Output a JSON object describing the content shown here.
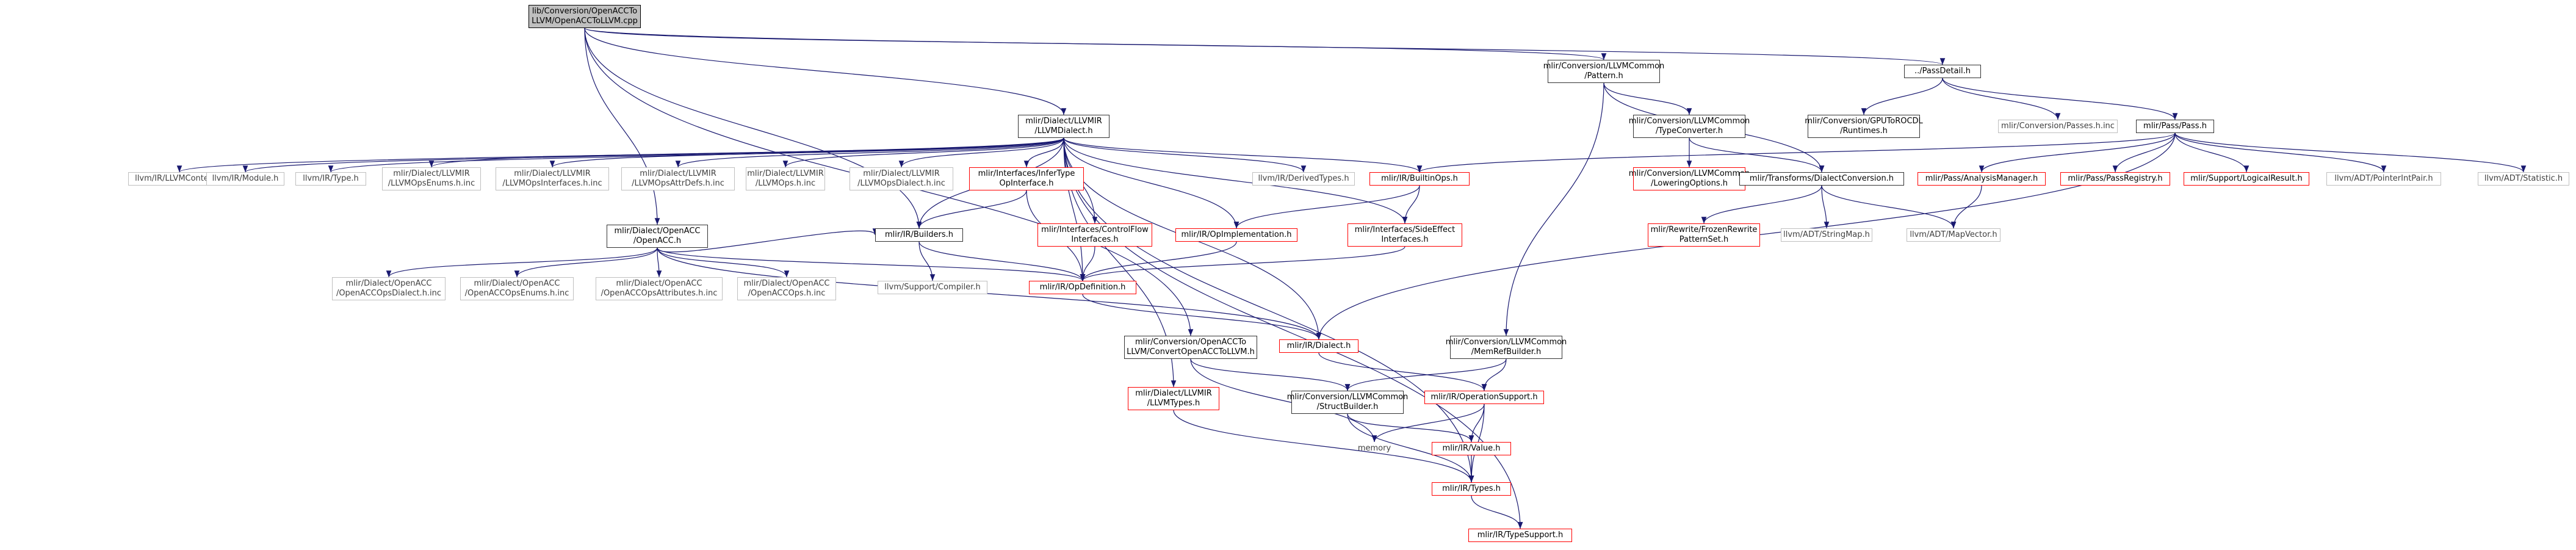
{
  "graph": {
    "nodes": [
      {
        "id": "root",
        "style": "root",
        "lines": [
          "lib/Conversion/OpenACCTo",
          "LLVM/OpenACCToLLVM.cpp"
        ]
      },
      {
        "id": "pattern",
        "style": "black",
        "lines": [
          "mlir/Conversion/LLVMCommon",
          "/Pattern.h"
        ]
      },
      {
        "id": "passdetail",
        "style": "black",
        "lines": [
          "../PassDetail.h"
        ]
      },
      {
        "id": "llvmdialect",
        "style": "black",
        "lines": [
          "mlir/Dialect/LLVMIR",
          "/LLVMDialect.h"
        ]
      },
      {
        "id": "typeconverter",
        "style": "black",
        "lines": [
          "mlir/Conversion/LLVMCommon",
          "/TypeConverter.h"
        ]
      },
      {
        "id": "gputoocl",
        "style": "black",
        "lines": [
          "mlir/Conversion/GPUToROCDL",
          "/Runtimes.h"
        ]
      },
      {
        "id": "passesinc",
        "style": "gray",
        "lines": [
          "mlir/Conversion/Passes.h.inc"
        ]
      },
      {
        "id": "passh",
        "style": "black",
        "lines": [
          "mlir/Pass/Pass.h"
        ]
      },
      {
        "id": "llvmcontext",
        "style": "gray",
        "lines": [
          "llvm/IR/LLVMContext.h"
        ]
      },
      {
        "id": "module",
        "style": "gray",
        "lines": [
          "llvm/IR/Module.h"
        ]
      },
      {
        "id": "type",
        "style": "gray",
        "lines": [
          "llvm/IR/Type.h"
        ]
      },
      {
        "id": "opsenums",
        "style": "gray",
        "lines": [
          "mlir/Dialect/LLVMIR",
          "/LLVMOpsEnums.h.inc"
        ]
      },
      {
        "id": "opsinterfaces",
        "style": "gray",
        "lines": [
          "mlir/Dialect/LLVMIR",
          "/LLVMOpsInterfaces.h.inc"
        ]
      },
      {
        "id": "opsattrdefs",
        "style": "gray",
        "lines": [
          "mlir/Dialect/LLVMIR",
          "/LLVMOpsAttrDefs.h.inc"
        ]
      },
      {
        "id": "llvmops",
        "style": "gray",
        "lines": [
          "mlir/Dialect/LLVMIR",
          "/LLVMOps.h.inc"
        ]
      },
      {
        "id": "opsdialect",
        "style": "gray",
        "lines": [
          "mlir/Dialect/LLVMIR",
          "/LLVMOpsDialect.h.inc"
        ]
      },
      {
        "id": "infertype",
        "style": "red",
        "lines": [
          "mlir/Interfaces/InferType",
          "OpInterface.h"
        ]
      },
      {
        "id": "derivedtypes",
        "style": "gray",
        "lines": [
          "llvm/IR/DerivedTypes.h"
        ]
      },
      {
        "id": "builtinops",
        "style": "red",
        "lines": [
          "mlir/IR/BuiltinOps.h"
        ]
      },
      {
        "id": "loweringoptions",
        "style": "red",
        "lines": [
          "mlir/Conversion/LLVMCommon",
          "/LoweringOptions.h"
        ]
      },
      {
        "id": "dialectconversion",
        "style": "black",
        "lines": [
          "mlir/Transforms/DialectConversion.h"
        ]
      },
      {
        "id": "analysismanager",
        "style": "red",
        "lines": [
          "mlir/Pass/AnalysisManager.h"
        ]
      },
      {
        "id": "passregistry",
        "style": "red",
        "lines": [
          "mlir/Pass/PassRegistry.h"
        ]
      },
      {
        "id": "logicalresult",
        "style": "red",
        "lines": [
          "mlir/Support/LogicalResult.h"
        ]
      },
      {
        "id": "pointerintpair",
        "style": "gray",
        "lines": [
          "llvm/ADT/PointerIntPair.h"
        ]
      },
      {
        "id": "statistic",
        "style": "gray",
        "lines": [
          "llvm/ADT/Statistic.h"
        ]
      },
      {
        "id": "openacch",
        "style": "black",
        "lines": [
          "mlir/Dialect/OpenACC",
          "/OpenACC.h"
        ]
      },
      {
        "id": "builders",
        "style": "black",
        "lines": [
          "mlir/IR/Builders.h"
        ]
      },
      {
        "id": "controlflow",
        "style": "red",
        "lines": [
          "mlir/Interfaces/ControlFlow",
          "Interfaces.h"
        ]
      },
      {
        "id": "opimplementation",
        "style": "red",
        "lines": [
          "mlir/IR/OpImplementation.h"
        ]
      },
      {
        "id": "sideeffect",
        "style": "red",
        "lines": [
          "mlir/Interfaces/SideEffect",
          "Interfaces.h"
        ]
      },
      {
        "id": "frozenrewrite",
        "style": "red",
        "lines": [
          "mlir/Rewrite/FrozenRewrite",
          "PatternSet.h"
        ]
      },
      {
        "id": "stringmap",
        "style": "gray",
        "lines": [
          "llvm/ADT/StringMap.h"
        ]
      },
      {
        "id": "mapvector",
        "style": "gray",
        "lines": [
          "llvm/ADT/MapVector.h"
        ]
      },
      {
        "id": "accopsdialect",
        "style": "gray",
        "lines": [
          "mlir/Dialect/OpenACC",
          "/OpenACCOpsDialect.h.inc"
        ]
      },
      {
        "id": "accopsenums",
        "style": "gray",
        "lines": [
          "mlir/Dialect/OpenACC",
          "/OpenACCOpsEnums.h.inc"
        ]
      },
      {
        "id": "accopsattributes",
        "style": "gray",
        "lines": [
          "mlir/Dialect/OpenACC",
          "/OpenACCOpsAttributes.h.inc"
        ]
      },
      {
        "id": "accops",
        "style": "gray",
        "lines": [
          "mlir/Dialect/OpenACC",
          "/OpenACCOps.h.inc"
        ]
      },
      {
        "id": "compiler",
        "style": "gray",
        "lines": [
          "llvm/Support/Compiler.h"
        ]
      },
      {
        "id": "opdefinition",
        "style": "red",
        "lines": [
          "mlir/IR/OpDefinition.h"
        ]
      },
      {
        "id": "convertopenacc",
        "style": "black",
        "lines": [
          "mlir/Conversion/OpenACCTo",
          "LLVM/ConvertOpenACCToLLVM.h"
        ]
      },
      {
        "id": "irdialect",
        "style": "red",
        "lines": [
          "mlir/IR/Dialect.h"
        ]
      },
      {
        "id": "memrefbuilder",
        "style": "black",
        "lines": [
          "mlir/Conversion/LLVMCommon",
          "/MemRefBuilder.h"
        ]
      },
      {
        "id": "llvmtypes",
        "style": "red",
        "lines": [
          "mlir/Dialect/LLVMIR",
          "/LLVMTypes.h"
        ]
      },
      {
        "id": "structbuilder",
        "style": "black",
        "lines": [
          "mlir/Conversion/LLVMCommon",
          "/StructBuilder.h"
        ]
      },
      {
        "id": "operationsupport",
        "style": "red",
        "lines": [
          "mlir/IR/OperationSupport.h"
        ]
      },
      {
        "id": "memory",
        "style": "plain",
        "lines": [
          "memory"
        ]
      },
      {
        "id": "value",
        "style": "red",
        "lines": [
          "mlir/IR/Value.h"
        ]
      },
      {
        "id": "types",
        "style": "red",
        "lines": [
          "mlir/IR/Types.h"
        ]
      },
      {
        "id": "typesupport",
        "style": "red",
        "lines": [
          "mlir/IR/TypeSupport.h"
        ]
      }
    ],
    "edges": [
      [
        "root",
        "pattern"
      ],
      [
        "root",
        "passdetail"
      ],
      [
        "root",
        "llvmdialect"
      ],
      [
        "root",
        "openacch"
      ],
      [
        "root",
        "builders"
      ],
      [
        "root",
        "convertopenacc"
      ],
      [
        "pattern",
        "typeconverter"
      ],
      [
        "pattern",
        "dialectconversion"
      ],
      [
        "pattern",
        "memrefbuilder"
      ],
      [
        "passdetail",
        "gputoocl"
      ],
      [
        "passdetail",
        "passesinc"
      ],
      [
        "passdetail",
        "passh"
      ],
      [
        "llvmdialect",
        "llvmcontext"
      ],
      [
        "llvmdialect",
        "module"
      ],
      [
        "llvmdialect",
        "type"
      ],
      [
        "llvmdialect",
        "opsenums"
      ],
      [
        "llvmdialect",
        "opsinterfaces"
      ],
      [
        "llvmdialect",
        "opsattrdefs"
      ],
      [
        "llvmdialect",
        "llvmops"
      ],
      [
        "llvmdialect",
        "opsdialect"
      ],
      [
        "llvmdialect",
        "infertype"
      ],
      [
        "llvmdialect",
        "derivedtypes"
      ],
      [
        "llvmdialect",
        "builtinops"
      ],
      [
        "llvmdialect",
        "controlflow"
      ],
      [
        "llvmdialect",
        "opimplementation"
      ],
      [
        "llvmdialect",
        "sideeffect"
      ],
      [
        "llvmdialect",
        "opdefinition"
      ],
      [
        "llvmdialect",
        "builders"
      ],
      [
        "llvmdialect",
        "llvmtypes"
      ],
      [
        "llvmdialect",
        "irdialect"
      ],
      [
        "llvmdialect",
        "types"
      ],
      [
        "llvmdialect",
        "typesupport"
      ],
      [
        "typeconverter",
        "loweringoptions"
      ],
      [
        "typeconverter",
        "dialectconversion"
      ],
      [
        "passh",
        "builtinops"
      ],
      [
        "passh",
        "analysismanager"
      ],
      [
        "passh",
        "passregistry"
      ],
      [
        "passh",
        "logicalresult"
      ],
      [
        "passh",
        "pointerintpair"
      ],
      [
        "passh",
        "statistic"
      ],
      [
        "passh",
        "irdialect"
      ],
      [
        "infertype",
        "builders"
      ],
      [
        "infertype",
        "opdefinition"
      ],
      [
        "builtinops",
        "opimplementation"
      ],
      [
        "builtinops",
        "sideeffect"
      ],
      [
        "dialectconversion",
        "frozenrewrite"
      ],
      [
        "dialectconversion",
        "stringmap"
      ],
      [
        "dialectconversion",
        "mapvector"
      ],
      [
        "analysismanager",
        "mapvector"
      ],
      [
        "openacch",
        "accopsdialect"
      ],
      [
        "openacch",
        "accopsenums"
      ],
      [
        "openacch",
        "accopsattributes"
      ],
      [
        "openacch",
        "accops"
      ],
      [
        "openacch",
        "opdefinition"
      ],
      [
        "openacch",
        "irdialect"
      ],
      [
        "openacch",
        "builders"
      ],
      [
        "builders",
        "compiler"
      ],
      [
        "builders",
        "opdefinition"
      ],
      [
        "controlflow",
        "opdefinition"
      ],
      [
        "opimplementation",
        "opdefinition"
      ],
      [
        "sideeffect",
        "opdefinition"
      ],
      [
        "opdefinition",
        "irdialect"
      ],
      [
        "convertopenacc",
        "structbuilder"
      ],
      [
        "convertopenacc",
        "memory"
      ],
      [
        "irdialect",
        "operationsupport"
      ],
      [
        "memrefbuilder",
        "structbuilder"
      ],
      [
        "memrefbuilder",
        "operationsupport"
      ],
      [
        "llvmtypes",
        "types"
      ],
      [
        "structbuilder",
        "value"
      ],
      [
        "structbuilder",
        "types"
      ],
      [
        "operationsupport",
        "memory"
      ],
      [
        "operationsupport",
        "value"
      ],
      [
        "operationsupport",
        "types"
      ],
      [
        "value",
        "types"
      ],
      [
        "types",
        "typesupport"
      ]
    ],
    "colors": {
      "edge": "#191970",
      "root_fill": "#bfbfbf",
      "black_border": "#333333",
      "red_border": "#ff0000",
      "gray_border": "#bfbfbf"
    }
  }
}
